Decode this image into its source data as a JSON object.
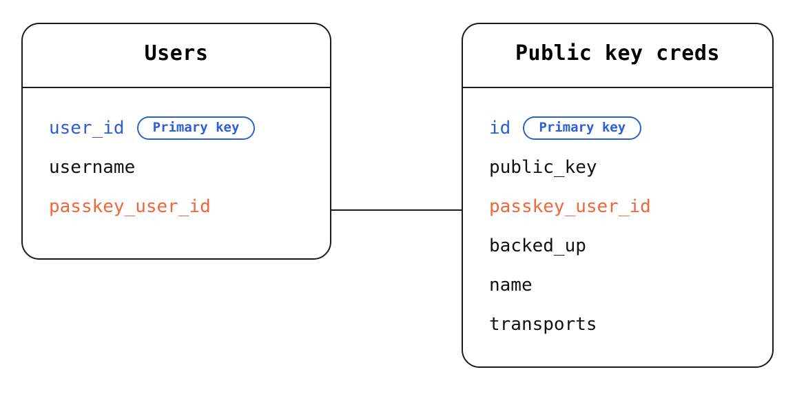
{
  "diagram": {
    "type": "entity-relationship-diagram",
    "background": "#ffffff",
    "colors": {
      "primary_key_blue": "#2d5fd4",
      "foreign_key_orange": "#f0673a",
      "text_black": "#111111",
      "border_black": "#1a1a1a"
    },
    "badge_label": "Primary key",
    "entities": [
      {
        "title": "Users",
        "fields": [
          {
            "name": "user_id",
            "accent": "blue",
            "badge": "Primary key"
          },
          {
            "name": "username",
            "accent": "plain",
            "badge": null
          },
          {
            "name": "passkey_user_id",
            "accent": "orange",
            "badge": null
          }
        ]
      },
      {
        "title": "Public key creds",
        "fields": [
          {
            "name": "id",
            "accent": "blue",
            "badge": "Primary key"
          },
          {
            "name": "public_key",
            "accent": "plain",
            "badge": null
          },
          {
            "name": "passkey_user_id",
            "accent": "orange",
            "badge": null
          },
          {
            "name": "backed_up",
            "accent": "plain",
            "badge": null
          },
          {
            "name": "name",
            "accent": "plain",
            "badge": null
          },
          {
            "name": "transports",
            "accent": "plain",
            "badge": null
          }
        ]
      }
    ],
    "relationships": [
      {
        "from_entity": "Users",
        "from_field": "passkey_user_id",
        "to_entity": "Public key creds",
        "to_field": "passkey_user_id",
        "style": "plain-line",
        "markers": "none"
      }
    ]
  }
}
